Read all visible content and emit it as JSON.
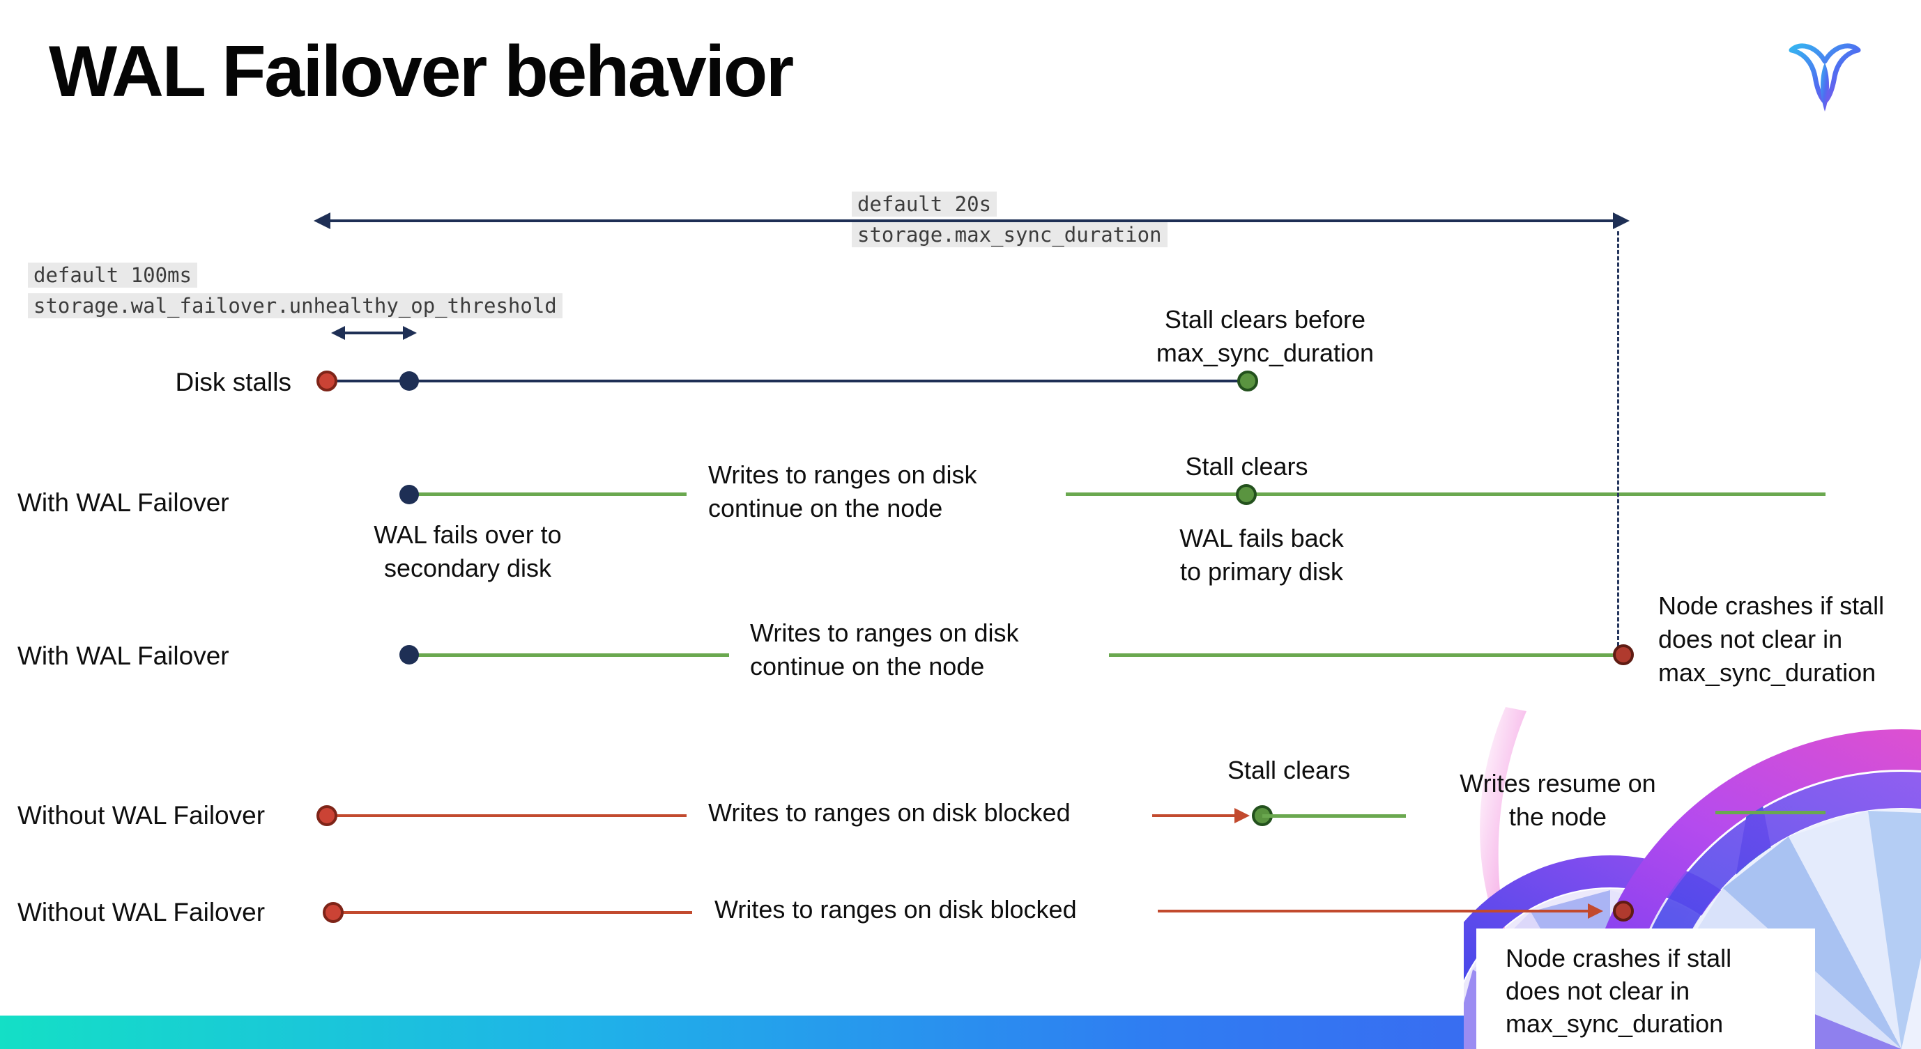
{
  "title": "WAL Failover behavior",
  "brand": {
    "logo_icon": "cockroachdb-mark"
  },
  "colors": {
    "timeline_navy": "#1e2f55",
    "timeline_green": "#6aa84f",
    "timeline_red": "#c24a2e",
    "dot_red": "#cb4335",
    "dot_green": "#5a9440",
    "dot_crash_red": "#b03a2e",
    "code_highlight_bg": "#e9e9e9",
    "footer_gradient": [
      "#14dfc6",
      "#1fb3e8",
      "#2f7df2",
      "#4656f0"
    ]
  },
  "annotations": {
    "max_sync_default": "default 20s",
    "max_sync_setting": "storage.max_sync_duration",
    "threshold_default": "default 100ms",
    "threshold_setting": "storage.wal_failover.unhealthy_op_threshold"
  },
  "rows": {
    "disk_stalls": {
      "label": "Disk stalls",
      "note_line1": "Stall clears before",
      "note_line2": "max_sync_duration"
    },
    "with_failover_clears": {
      "label": "With WAL Failover",
      "failover_line1": "WAL fails over to",
      "failover_line2": "secondary disk",
      "writes_line1": "Writes to ranges on disk",
      "writes_line2": "continue on the node",
      "stall_clears": "Stall clears",
      "failback_line1": "WAL fails  back",
      "failback_line2": "to primary disk"
    },
    "with_failover_crash": {
      "label": "With WAL Failover",
      "writes_line1": "Writes to ranges on disk",
      "writes_line2": "continue on the node",
      "crash_line1": "Node crashes if stall",
      "crash_line2": "does not clear in",
      "crash_line3": "max_sync_duration"
    },
    "without_failover_clears": {
      "label": "Without WAL Failover",
      "writes": "Writes to ranges on disk  blocked",
      "stall_clears": "Stall clears",
      "resume_line1": "Writes resume on",
      "resume_line2": "the node"
    },
    "without_failover_crash": {
      "label": "Without WAL Failover",
      "writes": "Writes to ranges on disk  blocked",
      "crash_line1": "Node crashes if stall",
      "crash_line2": "does not clear in",
      "crash_line3": "max_sync_duration"
    }
  }
}
